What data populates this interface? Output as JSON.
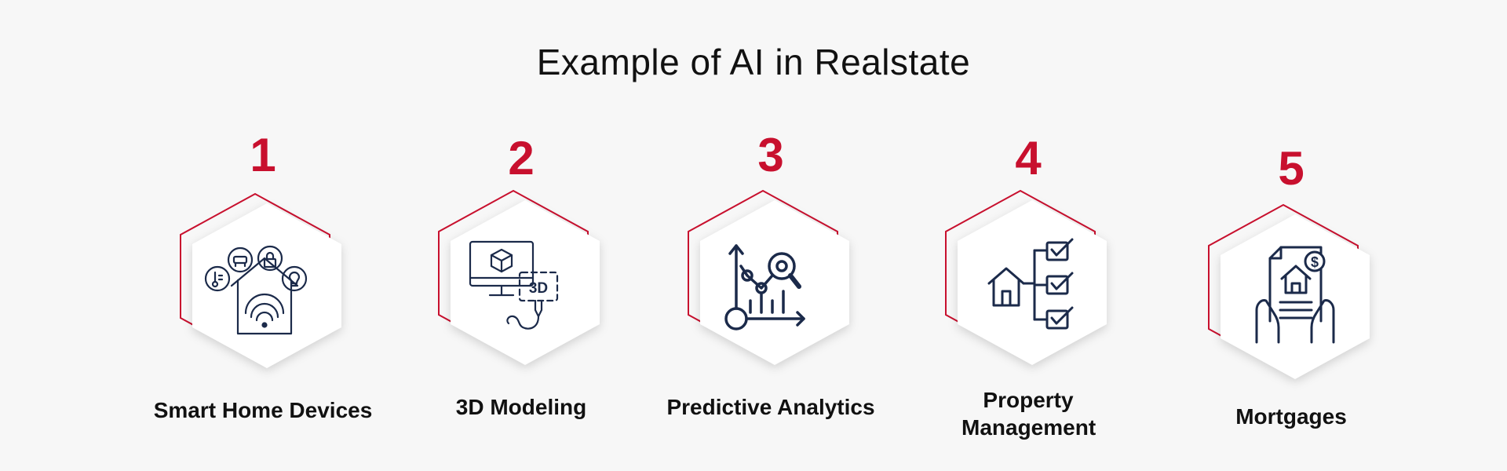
{
  "title": "Example of AI in Realstate",
  "colors": {
    "accent": "#c8102e",
    "icon": "#1b2a4a",
    "text": "#111111",
    "background": "#f7f7f7"
  },
  "items": [
    {
      "number": "1",
      "label": "Smart Home Devices",
      "icon": "smart-home-icon"
    },
    {
      "number": "2",
      "label": "3D Modeling",
      "icon": "3d-modeling-icon",
      "icon_text": "3D"
    },
    {
      "number": "3",
      "label": "Predictive Analytics",
      "icon": "analytics-chart-icon"
    },
    {
      "number": "4",
      "label": "Property Management",
      "icon": "property-checklist-icon"
    },
    {
      "number": "5",
      "label": "Mortgages",
      "icon": "mortgage-document-icon",
      "icon_text": "$"
    }
  ]
}
